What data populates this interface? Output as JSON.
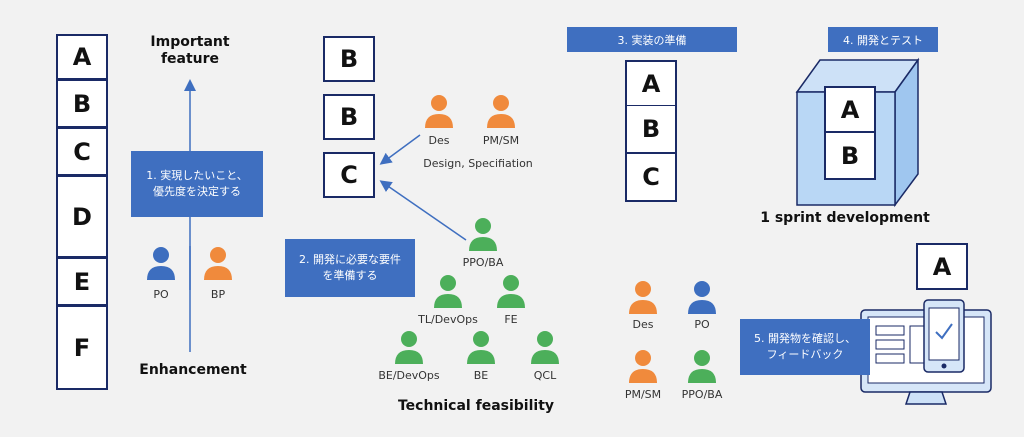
{
  "priority_column": {
    "letters": [
      "A",
      "B",
      "C",
      "D",
      "E",
      "F"
    ]
  },
  "priority_axis": {
    "top_label_line1": "Important",
    "top_label_line2": "feature",
    "bottom_label": "Enhancement"
  },
  "step1": {
    "line1": "1. 実現したいこと、",
    "line2": "優先度を決定する"
  },
  "step1_people": [
    {
      "role": "PO",
      "color": "#3d6ebf"
    },
    {
      "role": "BP",
      "color": "#f08a3c"
    }
  ],
  "prep_boxes": [
    "B",
    "B",
    "C"
  ],
  "design_people": [
    {
      "role": "Des",
      "color": "#f08a3c"
    },
    {
      "role": "PM/SM",
      "color": "#f08a3c"
    }
  ],
  "design_caption": "Design, Specifiation",
  "step2": {
    "line1": "2. 開発に必要な要件",
    "line2": "を準備する"
  },
  "tech_people": [
    {
      "role": "PPO/BA",
      "color": "#4caf5a"
    },
    {
      "role": "TL/DevOps",
      "color": "#4caf5a"
    },
    {
      "role": "FE",
      "color": "#4caf5a"
    },
    {
      "role": "BE/DevOps",
      "color": "#4caf5a"
    },
    {
      "role": "BE",
      "color": "#4caf5a"
    },
    {
      "role": "QCL",
      "color": "#4caf5a"
    }
  ],
  "tech_caption": "Technical feasibility",
  "step3": {
    "title": "3. 実装の準備",
    "letters": [
      "A",
      "B",
      "C"
    ]
  },
  "step4": {
    "title": "4. 開発とテスト",
    "letters": [
      "A",
      "B"
    ],
    "caption": "1 sprint development"
  },
  "review_people": [
    {
      "role": "Des",
      "color": "#f08a3c"
    },
    {
      "role": "PO",
      "color": "#3d6ebf"
    },
    {
      "role": "PM/SM",
      "color": "#f08a3c"
    },
    {
      "role": "PPO/BA",
      "color": "#4caf5a"
    }
  ],
  "step5": {
    "line1": "5. 開発物を確認し、",
    "line2": "フィードバック",
    "box_letter": "A"
  }
}
